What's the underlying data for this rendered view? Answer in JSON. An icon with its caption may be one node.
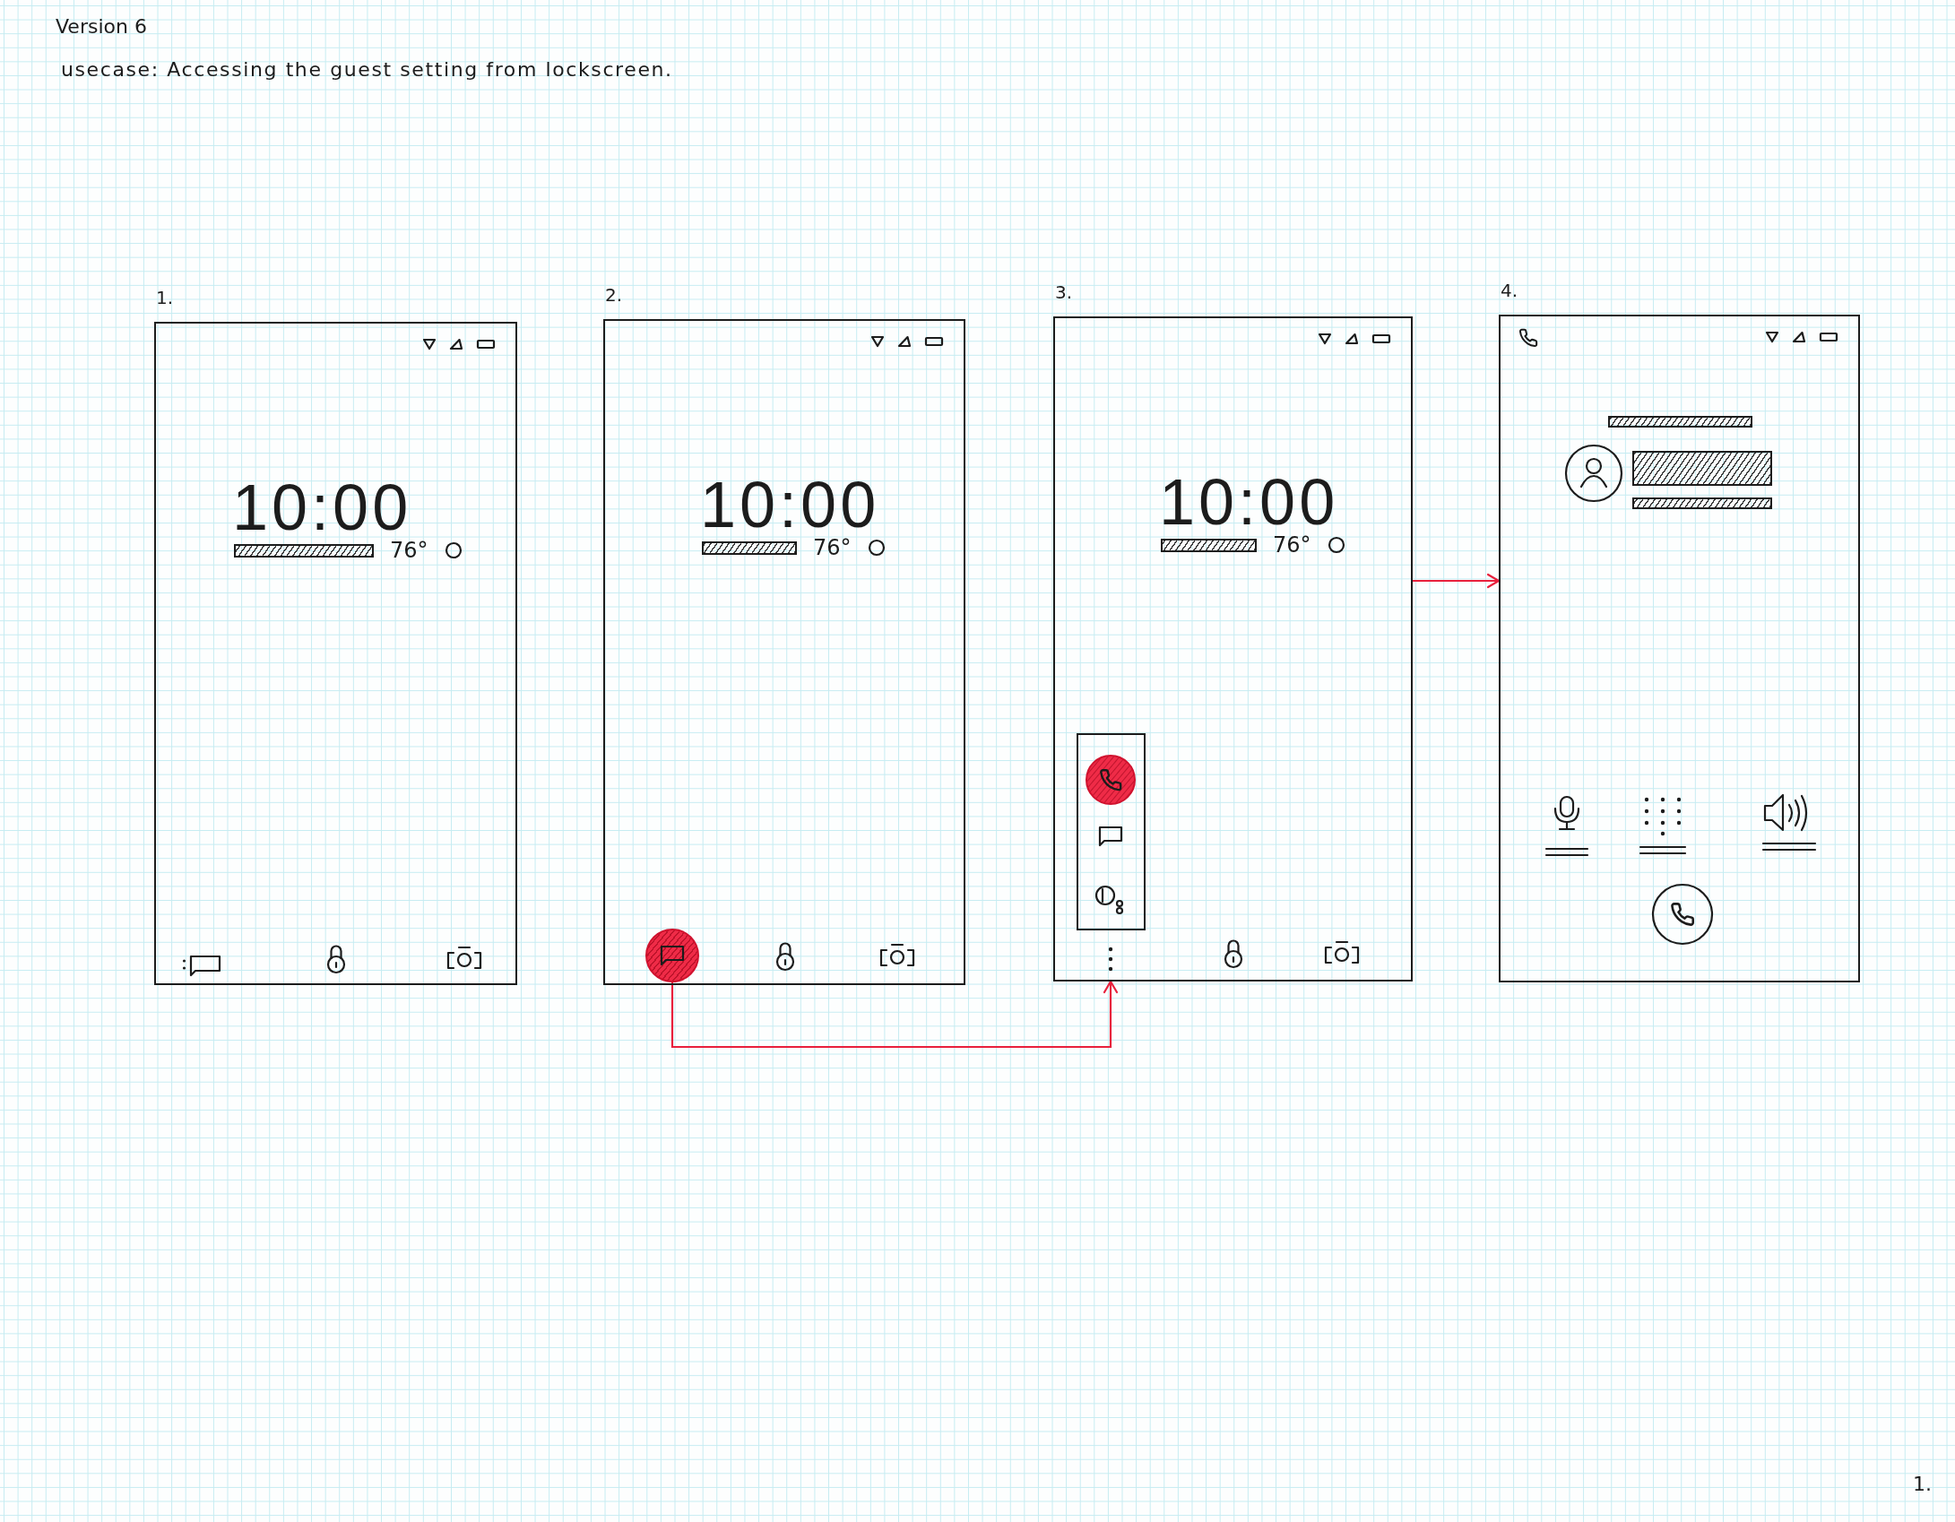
{
  "diagram": {
    "title": "Version 6",
    "nodes": [
      {
        "text": [
          "1.",
          "10:00",
          "76°"
        ]
      },
      {
        "text": [
          "2.",
          "10:00",
          "76°"
        ]
      },
      {
        "text": [],
        "shape": "circle",
        "in": 1
      },
      {
        "text": [
          "3.",
          "10:00",
          "76°"
        ]
      },
      {
        "text": [
          "4."
        ]
      }
    ],
    "edges": [
      {
        "from": 2,
        "to": 3,
        "arrow": "to",
        "color": "#e8203c"
      },
      {
        "from": 3,
        "to": 4,
        "arrow": "to",
        "color": "#e8203c"
      }
    ],
    "labels": [
      "usecase: Accessing the guest setting from lockscreen.",
      "1."
    ]
  }
}
